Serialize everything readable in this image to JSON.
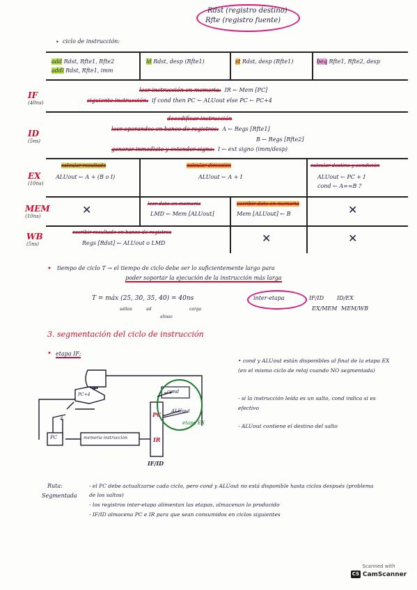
{
  "header": {
    "line1": "Rdst (registro destino)",
    "line2": "Rfte (registro fuente)"
  },
  "intro": "ciclo de instrucción:",
  "formats": [
    {
      "op": "add",
      "text": "Rdst, Rfte1, Rfte2"
    },
    {
      "op": "addi",
      "text": "Rdst, Rfte1, imm"
    },
    {
      "op": "ld",
      "text": "Rdst, desp (Rfte1)"
    },
    {
      "op": "st",
      "text": "Rdst, desp (Rfte1)"
    },
    {
      "op": "beq",
      "text": "Rfte1, Rfte2, desp"
    }
  ],
  "stages": [
    {
      "name": "IF",
      "time": "(40ns)"
    },
    {
      "name": "ID",
      "time": "(5ns)"
    },
    {
      "name": "EX",
      "time": "(10ns)"
    },
    {
      "name": "MEM",
      "time": "(10ns)"
    },
    {
      "name": "WB",
      "time": "(5ns)"
    }
  ],
  "if_rows": [
    {
      "label": "leer instrucción en memoria:",
      "text": "IR ← Mem [PC]"
    },
    {
      "label": "siguiente instrucción:",
      "text": "if cond then PC ← ALUout else PC ← PC+4"
    }
  ],
  "id_rows": [
    {
      "label": "decodificar instrucción",
      "text": ""
    },
    {
      "label": "leer operandos en banco de registros:",
      "text": "A ← Regs [Rfte1]"
    },
    {
      "label": "",
      "text": "B ← Regs [Rfte2]"
    },
    {
      "label": "generar inmediato y extender signo:",
      "text": "I ← ext signo (imm/desp)"
    }
  ],
  "ex_cells": [
    {
      "label": "calcular resultado",
      "text": "ALUout ← A + (B o I)"
    },
    {
      "label": "calcular dirección",
      "text": "ALUout ← A + I"
    },
    {
      "label": "calcular destino y condición",
      "text": "ALUout ← PC + I",
      "text2": "cond ← A==B ?"
    }
  ],
  "mem_cells": [
    {
      "label": "",
      "text": "✕"
    },
    {
      "label": "leer dato en memoria",
      "text": "LMD ← Mem [ALUout]"
    },
    {
      "label": "escribir dato en memoria",
      "text": "Mem [ALUout] ← B"
    },
    {
      "label": "",
      "text": "✕"
    }
  ],
  "wb_cells": [
    {
      "label": "escribir resultado en banco de registros",
      "text": "Regs [Rdst] ← ALUout o LMD"
    },
    {
      "label": "",
      "text": "✕"
    },
    {
      "label": "",
      "text": "✕"
    }
  ],
  "cycle_note": {
    "l1": "tiempo de ciclo T → el tiempo de ciclo debe ser lo suficientemente largo para",
    "l2": "poder soportar la ejecución de la instrucción más larga",
    "formula": "T = máx (25, 30, 35, 40) = 40ns",
    "labels": [
      "saltos",
      "ad",
      "almac",
      "carga"
    ],
    "interstage_title": "inter-etapa",
    "interstage": [
      "IF/ID",
      "ID/EX",
      "EX/MEM",
      "MEM/WB"
    ]
  },
  "section": {
    "title": "3. segmentación del ciclo de instrucción",
    "sub": "etapa IF:"
  },
  "diagram": {
    "adder": "PC+4",
    "four": "4",
    "pc": "PC",
    "memory": "memoria instrucción",
    "cond": "cond",
    "aluout": "ALUout",
    "reg_pc": "PC",
    "reg_ir": "IR",
    "ifid": "IF/ID",
    "etapa_ex": "etapa EX"
  },
  "notes": [
    "cond y ALUout están disponibles al final de la etapa EX (en el mismo ciclo de reloj cuando NO segmentada)",
    "si la instrucción leída es un salto, cond indica si es efectivo",
    "ALUout contiene el destino del salto"
  ],
  "footer": {
    "label1": "Ruta:",
    "label2": "Segmentada",
    "items": [
      "el PC debe actualizarse cada ciclo, pero cond y ALUout no está disponible hasta ciclos después (problema de los saltos)",
      "los registros inter-etapa alimentan las etapas, almacenan lo producido",
      "IF/ID almacena PC e IR para que sean consumidos en ciclos siguientes"
    ]
  },
  "scanner": {
    "line1": "Scanned with",
    "line2": "CamScanner"
  },
  "colors": {
    "accent": "#c8102e",
    "green": "#b8e04a",
    "orange": "#f5b84a",
    "pink": "#e8a0c8"
  }
}
